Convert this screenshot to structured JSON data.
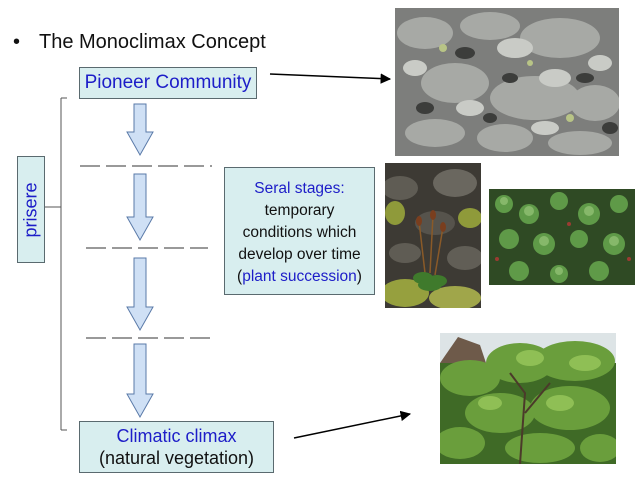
{
  "title": {
    "bullet": "•",
    "text": "The Monoclimax Concept"
  },
  "pioneer": {
    "label": "Pioneer Community"
  },
  "prisere": {
    "label": "prisere"
  },
  "seral": {
    "line1": "Seral stages:",
    "line2": "temporary",
    "line3": "conditions which",
    "line4": "develop over time",
    "line5_open": "(",
    "line5_blue": "plant succession",
    "line5_close": ")"
  },
  "climax": {
    "line1": "Climatic climax",
    "line2": "(natural vegetation)"
  },
  "photos": [
    {
      "name": "lichen-rock-photo",
      "subject": "lichen on rock"
    },
    {
      "name": "moss-plants-photo",
      "subject": "moss and small plants among rocks"
    },
    {
      "name": "ground-cover-photo",
      "subject": "low green ground cover"
    },
    {
      "name": "forest-photo",
      "subject": "trees and shrubs"
    }
  ],
  "colors": {
    "box_fill": "#d8eeef",
    "text_blue": "#1d1dc8",
    "arrow_fill": "#cfe0f5",
    "arrow_stroke": "#5a7aa8"
  }
}
